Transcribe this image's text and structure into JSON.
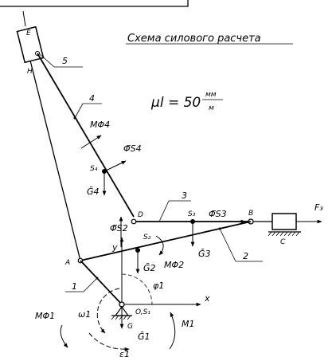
{
  "title": "Схема силового расчета",
  "scale": {
    "symbol": "μl = 50",
    "numerator": "мм",
    "denominator": "м"
  },
  "points": {
    "E": "E",
    "H": "H",
    "D": "D",
    "S3": "S₃",
    "B": "B",
    "C": "C",
    "A": "A",
    "O": "O,S₁",
    "S4": "S₄",
    "S2": "S₂"
  },
  "link_numbers": {
    "n1": "1",
    "n2": "2",
    "n3": "3",
    "n4": "4",
    "n5": "5"
  },
  "forces": {
    "F3": "F₃",
    "Phi_S4": "Φ̄S4",
    "G4": "Ḡ4",
    "Phi_S2": "Φ̄S2",
    "G2": "Ḡ2",
    "Phi_S3": "Φ̄S3",
    "G3": "Ḡ3",
    "G": "G",
    "G1": "Ḡ1"
  },
  "moments": {
    "M_phi4": "MΦ4",
    "M_phi2": "MΦ2",
    "M_phi1": "MΦ1",
    "M1": "M1"
  },
  "angles": {
    "omega1": "ω1",
    "epsilon1": "ε1",
    "phi1": "φ1"
  },
  "axes": {
    "x": "x",
    "y": "y"
  }
}
